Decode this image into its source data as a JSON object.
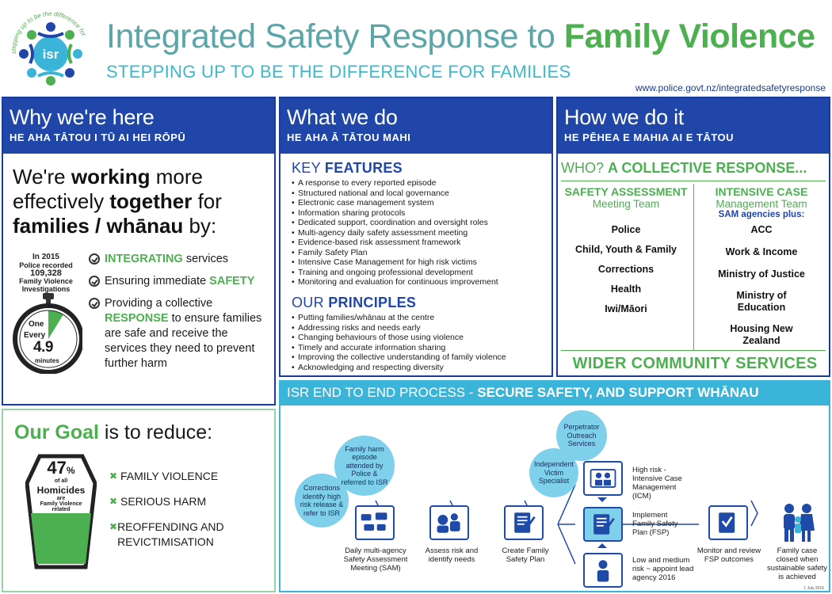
{
  "header": {
    "logo_text": "isr",
    "logo_arc_text": "stepping up to be the difference for families",
    "title_plain": "Integrated Safety Response to ",
    "title_bold": "Family Violence",
    "subtitle": "STEPPING UP TO BE THE DIFFERENCE FOR FAMILIES",
    "url": "www.police.govt.nz/integratedsafetyresponse"
  },
  "why": {
    "heading": "Why we're here",
    "subheading": "HE AHA TĀTOU I TŪ AI HEI RŌPŪ",
    "statement": [
      "We're ",
      "working",
      " more effectively ",
      "together",
      " for ",
      "families / whānau",
      " by:"
    ],
    "stat": {
      "year": "In 2015",
      "line1": "Police recorded",
      "number": "109,328",
      "line2": "Family Violence Investigations"
    },
    "stopwatch": {
      "one": "One",
      "every": "Every",
      "value": "4.9",
      "unit": "minutes"
    },
    "items": [
      {
        "bold": "INTEGRATING",
        "rest": " services"
      },
      {
        "pre": "Ensuring immediate ",
        "bold": "SAFETY"
      },
      {
        "pre": "Providing a collective ",
        "bold": "RESPONSE",
        "rest": " to ensure families are safe and receive the services they need to prevent further harm"
      }
    ]
  },
  "goal": {
    "title_bold": "Our Goal",
    "title_rest": " is to reduce:",
    "coffin": {
      "percent": "47",
      "pct_sign": "%",
      "line1": "of all",
      "line2": "Homicides",
      "line3": "are",
      "line4": "Family Violence",
      "line5": "related",
      "fill_fraction": 0.47
    },
    "items": [
      "FAMILY VIOLENCE",
      "SERIOUS HARM",
      "REOFFENDING AND REVICTIMISATION"
    ]
  },
  "what": {
    "heading": "What we do",
    "subheading": "HE AHA Ā TĀTOU MAHI",
    "features_light": "KEY ",
    "features_bold": "FEATURES",
    "features": [
      "A response to every reported episode",
      "Structured national and local governance",
      "Electronic case management system",
      "Information sharing protocols",
      "Dedicated support, coordination and oversight roles",
      "Multi-agency daily safety assessment meeting",
      "Evidence-based risk assessment framework",
      "Family Safety Plan",
      "Intensive Case Management for high risk victims",
      "Training and ongoing professional development",
      "Monitoring and evaluation for continuous improvement"
    ],
    "principles_light": "OUR ",
    "principles_bold": "PRINCIPLES",
    "principles": [
      "Putting families/whānau at the centre",
      "Addressing risks and needs early",
      "Changing behaviours of those using violence",
      "Timely and accurate information sharing",
      "Improving the collective understanding of family violence",
      "Acknowledging and respecting diversity"
    ]
  },
  "how": {
    "heading": "How we do it",
    "subheading": "HE PĒHEA E MAHIA AI E TĀTOU",
    "who_light": "WHO? ",
    "who_bold": "A COLLECTIVE RESPONSE...",
    "sam": {
      "head1": "SAFETY ASSESSMENT",
      "head2": "Meeting Team",
      "agencies": [
        "Police",
        "Child, Youth & Family",
        "Corrections",
        "Health",
        "Iwi/Māori"
      ]
    },
    "icm": {
      "head1": "INTENSIVE CASE",
      "head2": "Management Team",
      "sub": "SAM agencies plus:",
      "agencies": [
        "ACC",
        "Work & Income",
        "Ministry of Justice",
        "Ministry of Education",
        "Housing New Zealand"
      ]
    },
    "wider": "WIDER COMMUNITY SERVICES"
  },
  "process": {
    "bar_light": "ISR END TO END PROCESS - ",
    "bar_bold": "SECURE SAFETY, AND SUPPORT WHĀNAU",
    "bubbles": {
      "corrections": "Corrections identify high risk release & refer to ISR",
      "family_harm": "Family harm episode attended by Police & referred to ISR",
      "victim": "Independent Victim Specialist",
      "perpetrator": "Perpetrator Outreach Services"
    },
    "steps": {
      "sam": "Daily multi-agency Safety Assessment Meeting (SAM)",
      "assess": "Assess risk and identify needs",
      "create": "Create Family Safety Plan",
      "icm": "High risk - Intensive Case Management (ICM)",
      "implement": "Implement Family Safety Plan (FSP)",
      "lowrisk": "Low and medium risk ~ appoint lead agency 2016",
      "monitor": "Monitor and review FSP outcomes",
      "closed": "Family case closed when sustainable safety is achieved"
    },
    "date_note": "1 July 2016"
  },
  "colors": {
    "navy": "#1f46a8",
    "green": "#4caf50",
    "teal": "#5aa6a8",
    "cyan": "#3fb8c8",
    "bubble": "#7fd0ea"
  }
}
